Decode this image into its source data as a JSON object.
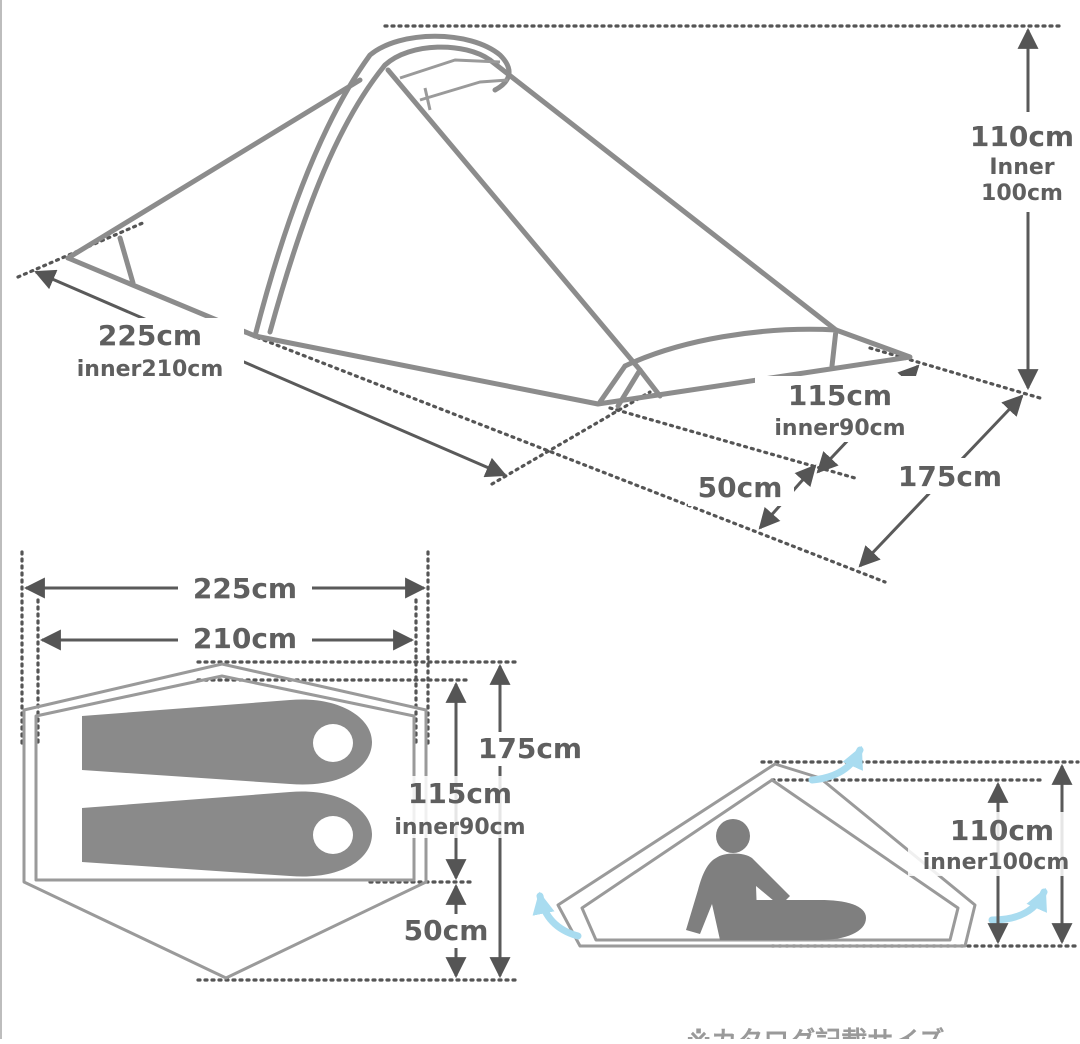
{
  "iso_view": {
    "height_outer": "110cm",
    "height_inner_label": "Inner",
    "height_inner_value": "100cm",
    "length_outer": "225cm",
    "length_inner": "inner210cm",
    "width_outer": "115cm",
    "width_inner": "inner90cm",
    "vestibule": "50cm",
    "total_width": "175cm"
  },
  "top_view": {
    "length_outer": "225cm",
    "length_inner": "210cm",
    "total_width": "175cm",
    "inner_width": "115cm",
    "inner_width_sub": "inner90cm",
    "vestibule": "50cm"
  },
  "side_view": {
    "height_outer": "110cm",
    "height_inner": "inner100cm"
  },
  "footer_note": "※カタログ記載サイズ",
  "colors": {
    "text": "#5f5f5f",
    "frame": "#8c8c8c",
    "sleeping_bag": "#8a8a8a",
    "ventilation_arrow": "#a9dcf0"
  }
}
